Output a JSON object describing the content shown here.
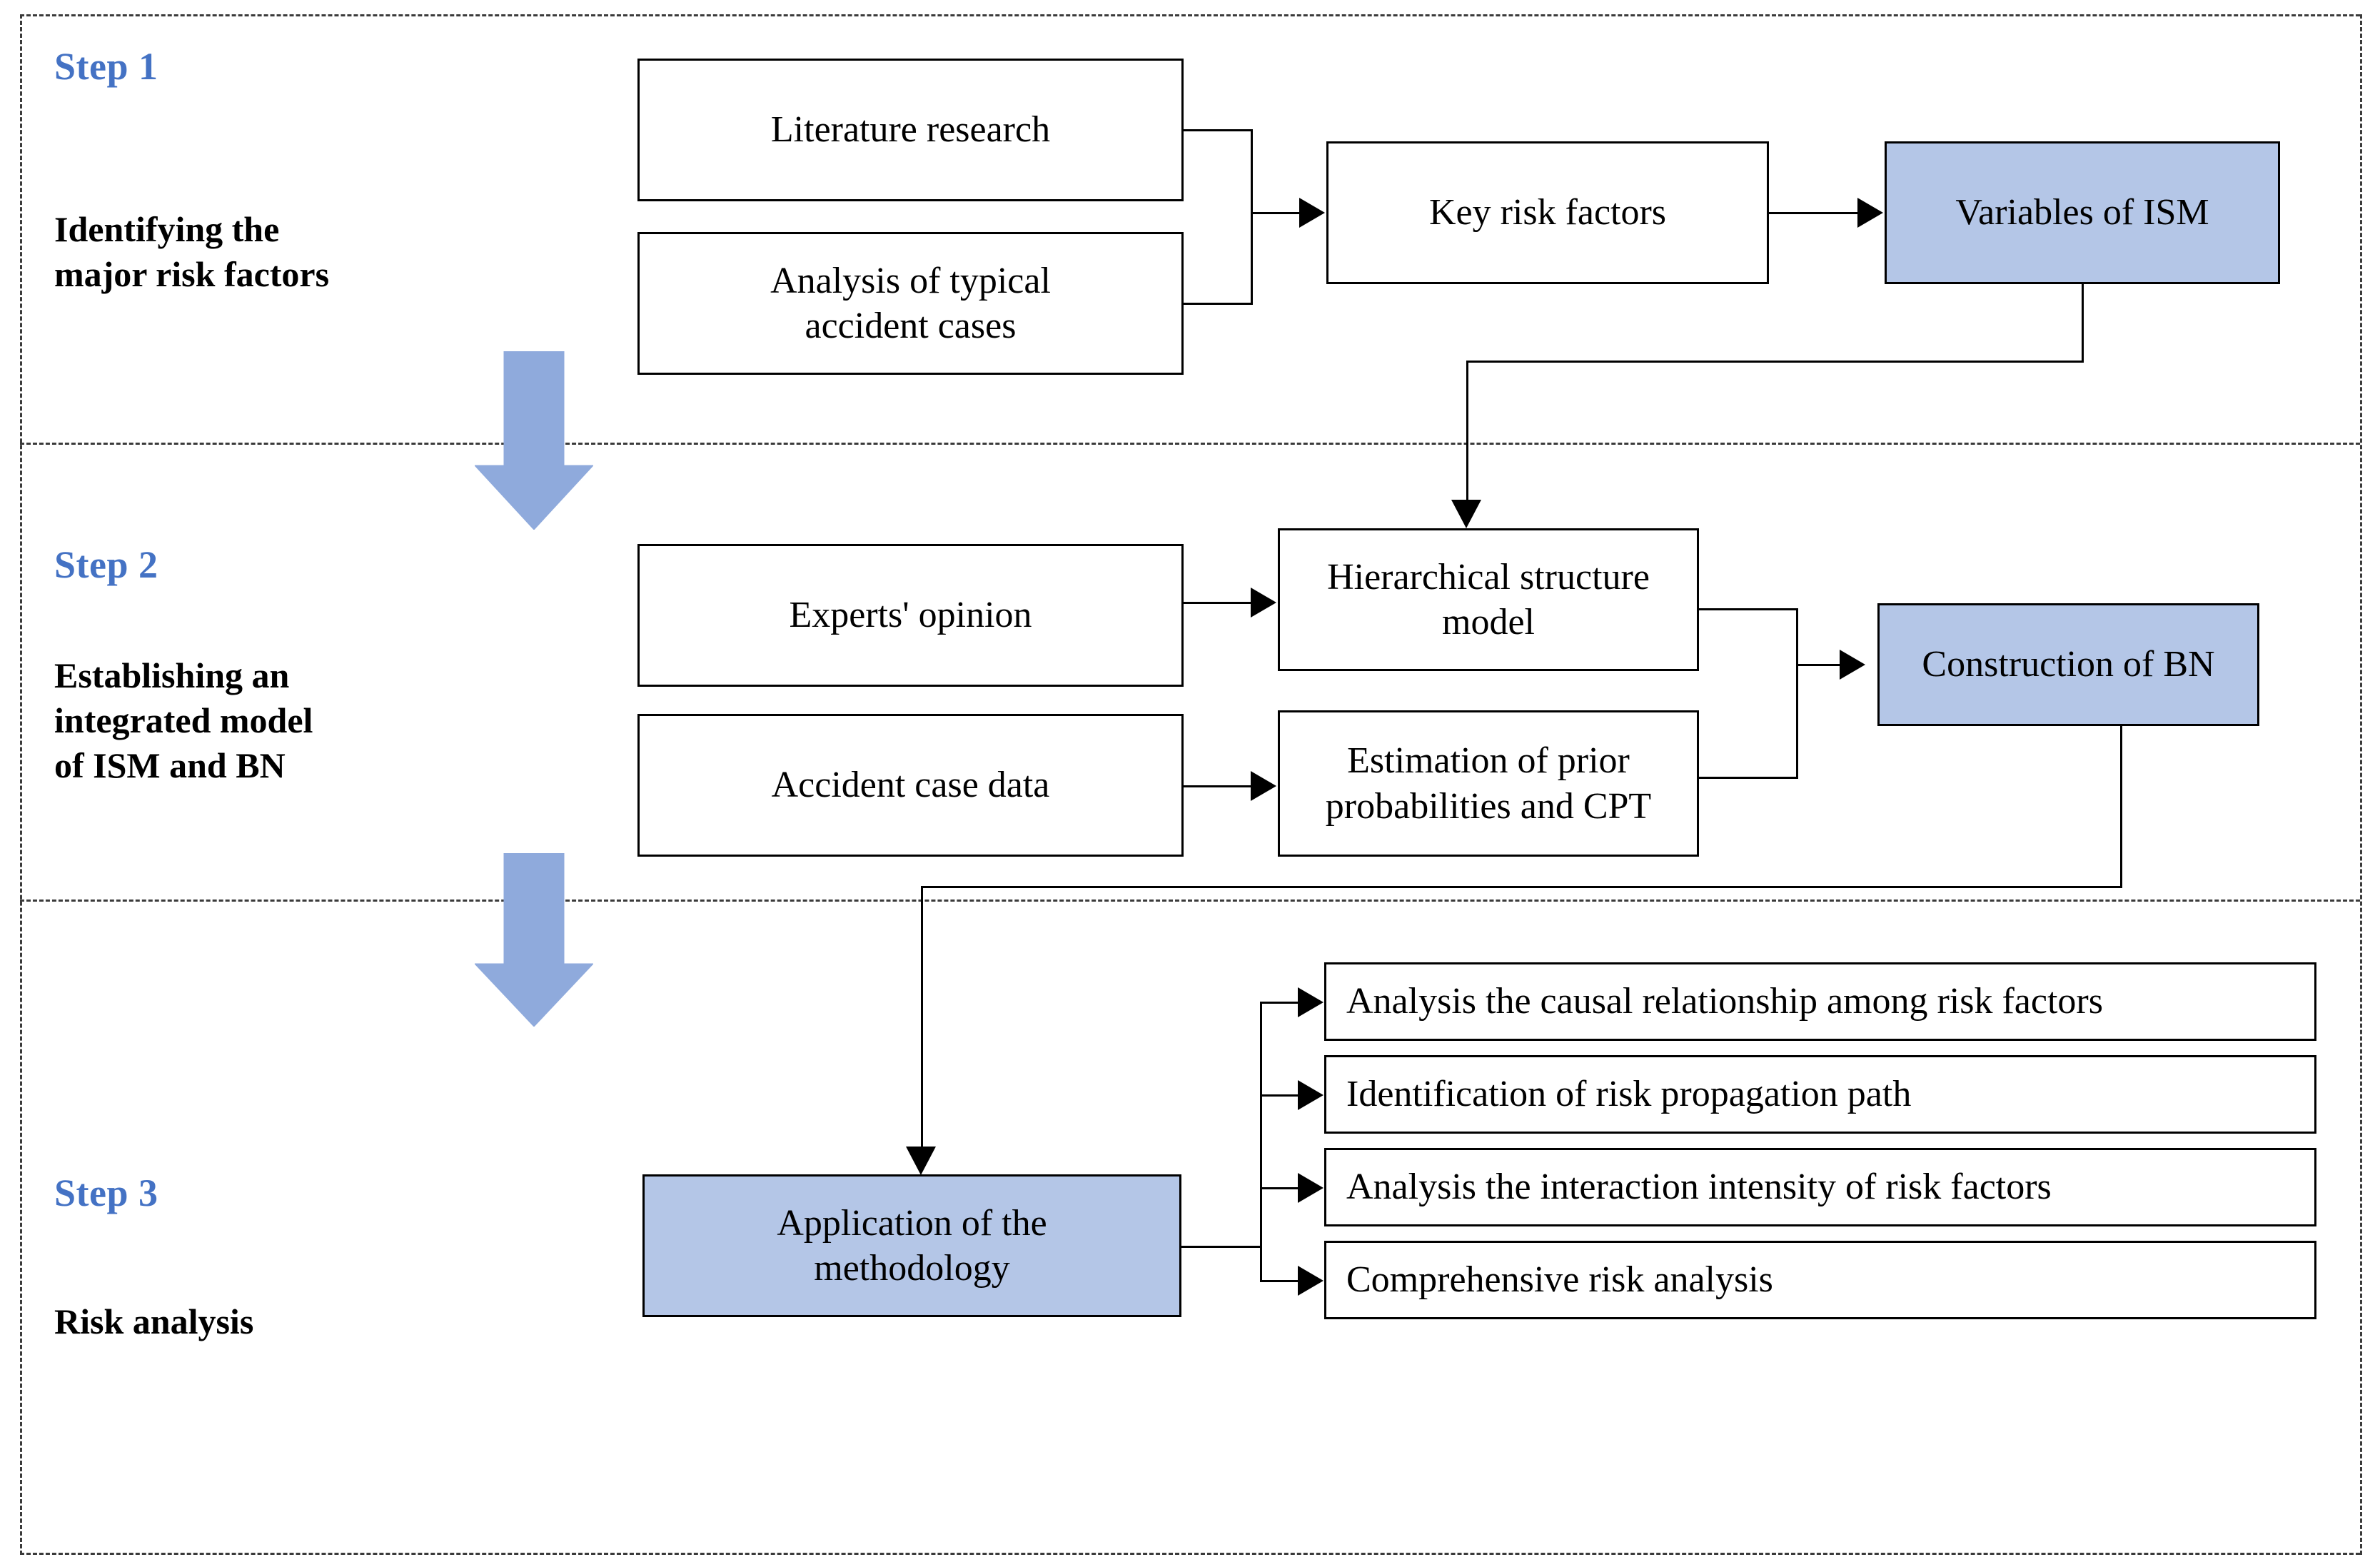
{
  "colors": {
    "accent_blue": "#4472C4",
    "node_fill_blue": "#B4C6E7",
    "block_arrow_blue": "#8FAADC",
    "line": "#000000",
    "divider": "#3a3a3a"
  },
  "steps": [
    {
      "number": "Step 1",
      "description": "Identifying the\nmajor risk factors"
    },
    {
      "number": "Step 2",
      "description": "Establishing an\nintegrated model\nof ISM and BN"
    },
    {
      "number": "Step 3",
      "description": "Risk analysis"
    }
  ],
  "nodes": {
    "literature_research": "Literature research",
    "accident_cases": "Analysis of typical\naccident cases",
    "key_risk_factors": "Key risk factors",
    "variables_of_ism": "Variables of ISM",
    "experts_opinion": "Experts'  opinion",
    "accident_case_data": "Accident case data",
    "hierarchical_model": "Hierarchical structure\nmodel",
    "estimation_prior": "Estimation of prior\nprobabilities and CPT",
    "construction_bn": "Construction of  BN",
    "application_methodology": "Application of the\nmethodology"
  },
  "outcomes": [
    "Analysis the causal relationship among risk factors",
    "Identification of risk propagation path",
    "Analysis the interaction intensity of  risk factors",
    "Comprehensive risk analysis"
  ]
}
